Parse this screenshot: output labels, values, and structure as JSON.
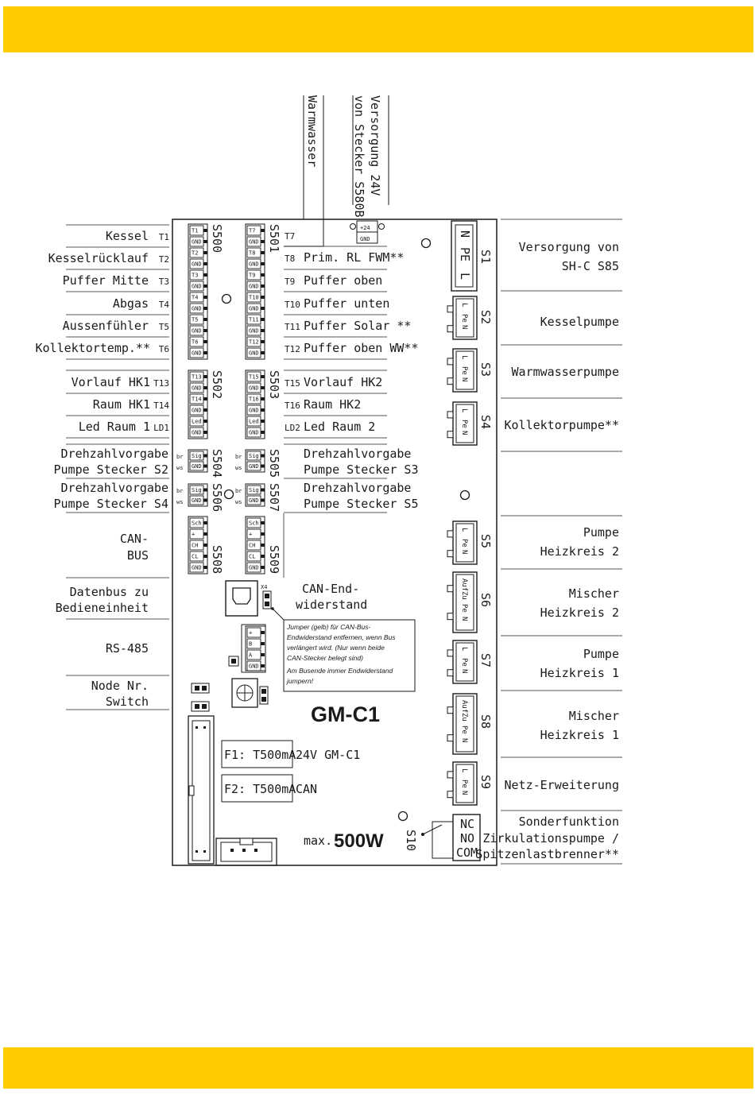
{
  "colors": {
    "accent": "#ffcc00",
    "line": "#1a1a1a",
    "rule": "#555555"
  },
  "board": {
    "name": "GM-C1",
    "max_prefix": "max.",
    "max_power": "500W"
  },
  "top_labels": {
    "warmwasser": "Warmwasser",
    "versorgung_line1": "Versorgung 24V",
    "versorgung_line2": "von Stecker S580B"
  },
  "left_labels": {
    "kessel": "Kessel",
    "kesselruecklauf": "Kesselrücklauf",
    "puffer_mitte": "Puffer Mitte",
    "abgas": "Abgas",
    "aussenfuehler": "Aussenfühler",
    "kollektortemp": "Kollektortemp.**",
    "vorlauf_hk1": "Vorlauf HK1",
    "raum_hk1": "Raum HK1",
    "led_raum1": "Led Raum 1",
    "drehzahl_s2_1": "Drehzahlvorgabe",
    "drehzahl_s2_2": "Pumpe Stecker S2",
    "drehzahl_s4_1": "Drehzahlvorgabe",
    "drehzahl_s4_2": "Pumpe Stecker S4",
    "canbus_1": "CAN-",
    "canbus_2": "BUS",
    "datenbus_1": "Datenbus zu",
    "datenbus_2": "Bedieneinheit",
    "rs485": "RS-485",
    "node_1": "Node Nr.",
    "node_2": "Switch"
  },
  "left_ids": {
    "t1": "T1",
    "t2": "T2",
    "t3": "T3",
    "t4": "T4",
    "t5": "T5",
    "t6": "T6",
    "t13": "T13",
    "t14": "T14",
    "ld1": "LD1"
  },
  "mid_labels": {
    "t7": "T7",
    "t8": "T8",
    "t8_name": "Prim. RL FWM**",
    "t9": "T9",
    "t9_name": "Puffer oben",
    "t10": "T10",
    "t10_name": "Puffer unten",
    "t11": "T11",
    "t11_name": "Puffer Solar **",
    "t12": "T12",
    "t12_name": "Puffer oben WW**",
    "t15": "T15",
    "t15_name": "Vorlauf HK2",
    "t16": "T16",
    "t16_name": "Raum HK2",
    "ld2": "LD2",
    "ld2_name": "Led Raum 2",
    "drehzahl_s3_1": "Drehzahlvorgabe",
    "drehzahl_s3_2": "Pumpe Stecker S3",
    "drehzahl_s5_1": "Drehzahlvorgabe",
    "drehzahl_s5_2": "Pumpe Stecker S5",
    "can_end_1": "CAN-End-",
    "can_end_2": "widerstand"
  },
  "right_labels": {
    "s1_1": "Versorgung von",
    "s1_2": "SH-C   S85",
    "s2": "Kesselpumpe",
    "s3": "Warmwasserpumpe",
    "s4": "Kollektorpumpe**",
    "s5_1": "Pumpe",
    "s5_2": "Heizkreis 2",
    "s6_1": "Mischer",
    "s6_2": "Heizkreis 2",
    "s7_1": "Pumpe",
    "s7_2": "Heizkreis 1",
    "s8_1": "Mischer",
    "s8_2": "Heizkreis 1",
    "s9": "Netz-Erweiterung",
    "s10_1": "Sonderfunktion",
    "s10_2": "Zirkulationspumpe /",
    "s10_3": "Spitzenlastbrenner**"
  },
  "connectors": {
    "s500": "S500",
    "s501": "S501",
    "s502": "S502",
    "s503": "S503",
    "s504": "S504",
    "s505": "S505",
    "s506": "S506",
    "s507": "S507",
    "s508": "S508",
    "s509": "S509",
    "s1": "S1",
    "s2": "S2",
    "s3": "S3",
    "s4": "S4",
    "s5": "S5",
    "s6": "S6",
    "s7": "S7",
    "s8": "S8",
    "s9": "S9",
    "s10": "S10"
  },
  "pins": {
    "s500": [
      "T1",
      "GND",
      "T2",
      "GND",
      "T3",
      "GND",
      "T4",
      "GND",
      "T5",
      "GND",
      "T6",
      "GND"
    ],
    "s501": [
      "T7",
      "GND",
      "T8",
      "GND",
      "T9",
      "GND",
      "T10",
      "GND",
      "T11",
      "GND",
      "T12",
      "GND"
    ],
    "s502": [
      "T13",
      "GND",
      "T14",
      "GND",
      "Led",
      "GND"
    ],
    "s503": [
      "T15",
      "GND",
      "T16",
      "GND",
      "Led",
      "GND"
    ],
    "sig": [
      "Sig",
      "GND"
    ],
    "can": [
      "Sch",
      "+",
      "CH",
      "CL",
      "GND"
    ],
    "rs485": [
      "+",
      "B",
      "A",
      "GND"
    ],
    "supply": [
      "+24",
      "GND"
    ],
    "s1": [
      "N",
      "PE",
      "L"
    ],
    "s_pump": [
      "L",
      "Pe",
      "N"
    ],
    "s_mix": [
      "Auf",
      "Zu",
      "Pe",
      "N"
    ],
    "s10": [
      "NC",
      "NO",
      "COM"
    ]
  },
  "wire_colors": {
    "br": "br",
    "ws": "ws"
  },
  "jumper": {
    "id": "X4",
    "note_1": "Jumper (gelb) für CAN-Bus-",
    "note_2": "Endwiderstand entfernen, wenn Bus",
    "note_3": "verlängert wird. (Nur wenn beide",
    "note_4": "CAN-Stecker belegt sind)",
    "note_5": "Am Busende immer Endwiderstand",
    "note_6": "jumpern!"
  },
  "fuses": {
    "f1": "F1: T500mA",
    "f1_desc": "24V GM-C1",
    "f2": "F2: T500mA",
    "f2_desc": "CAN"
  }
}
